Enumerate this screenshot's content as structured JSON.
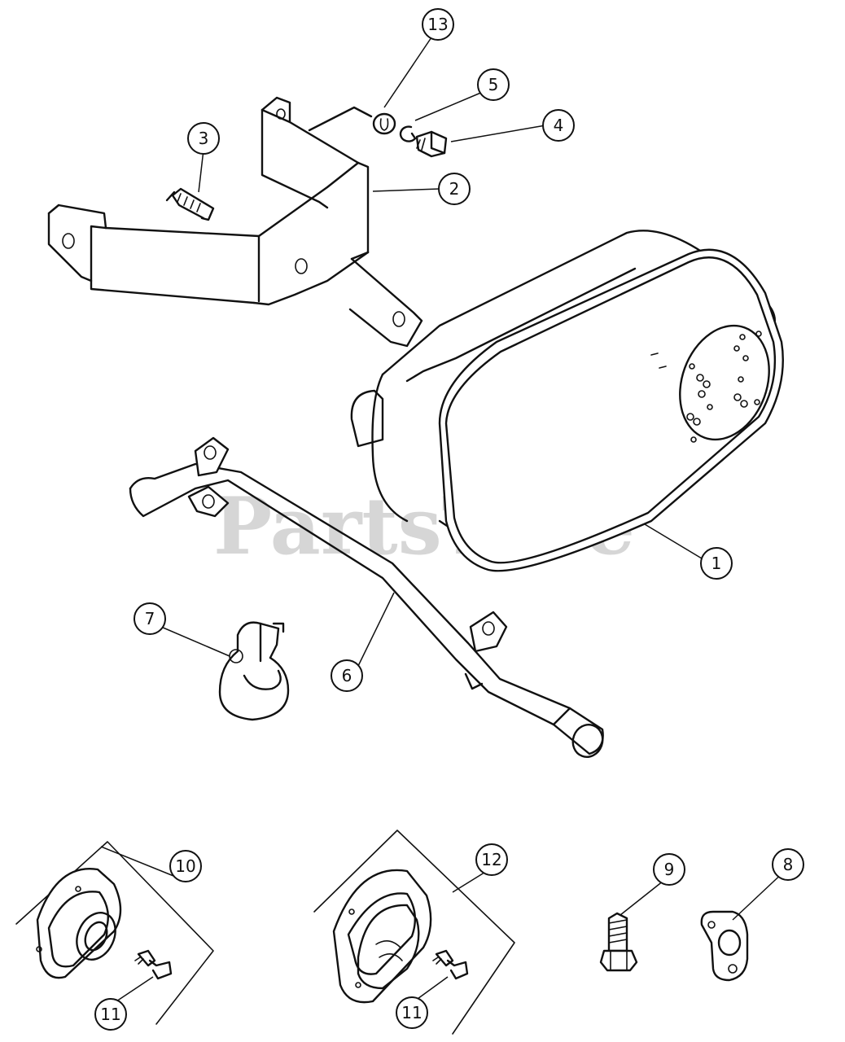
{
  "watermark": {
    "text": "PartsTree",
    "trademark": "™"
  },
  "callouts": {
    "c1": "1",
    "c2": "2",
    "c3": "3",
    "c4": "4",
    "c5": "5",
    "c6": "6",
    "c7": "7",
    "c8": "8",
    "c9": "9",
    "c10": "10",
    "c11a": "11",
    "c11b": "11",
    "c12": "12",
    "c13": "13"
  }
}
